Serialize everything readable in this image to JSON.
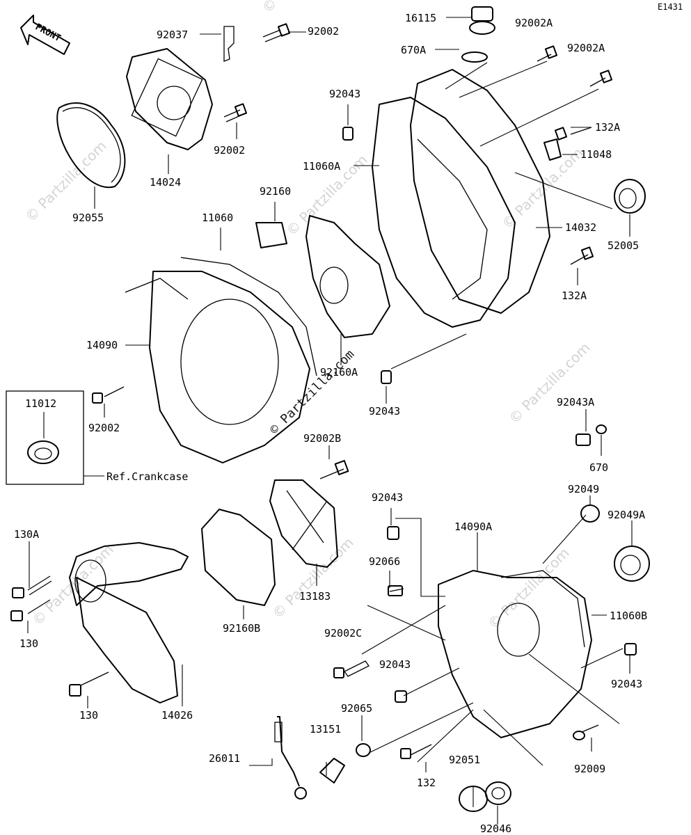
{
  "diagram_code": "E1431",
  "front_label": "FRONT",
  "ref_note": "Ref.Crankcase",
  "watermark": "© Partzilla.com",
  "labels": [
    "92037",
    "92002",
    "14024",
    "92002",
    "92055",
    "16115",
    "92002A",
    "670A",
    "92002A",
    "92043",
    "132A",
    "11060A",
    "11048",
    "92160",
    "11060",
    "14032",
    "52005",
    "132A",
    "14090",
    "92160A",
    "92043",
    "11012",
    "92002",
    "92043A",
    "670",
    "92002B",
    "92049",
    "92049A",
    "92043",
    "14090A",
    "130A",
    "11060B",
    "92066",
    "13183",
    "130",
    "92160B",
    "92002C",
    "92043",
    "92043",
    "130",
    "14026",
    "92065",
    "26011",
    "13151",
    "132",
    "92051",
    "92009",
    "92046"
  ]
}
